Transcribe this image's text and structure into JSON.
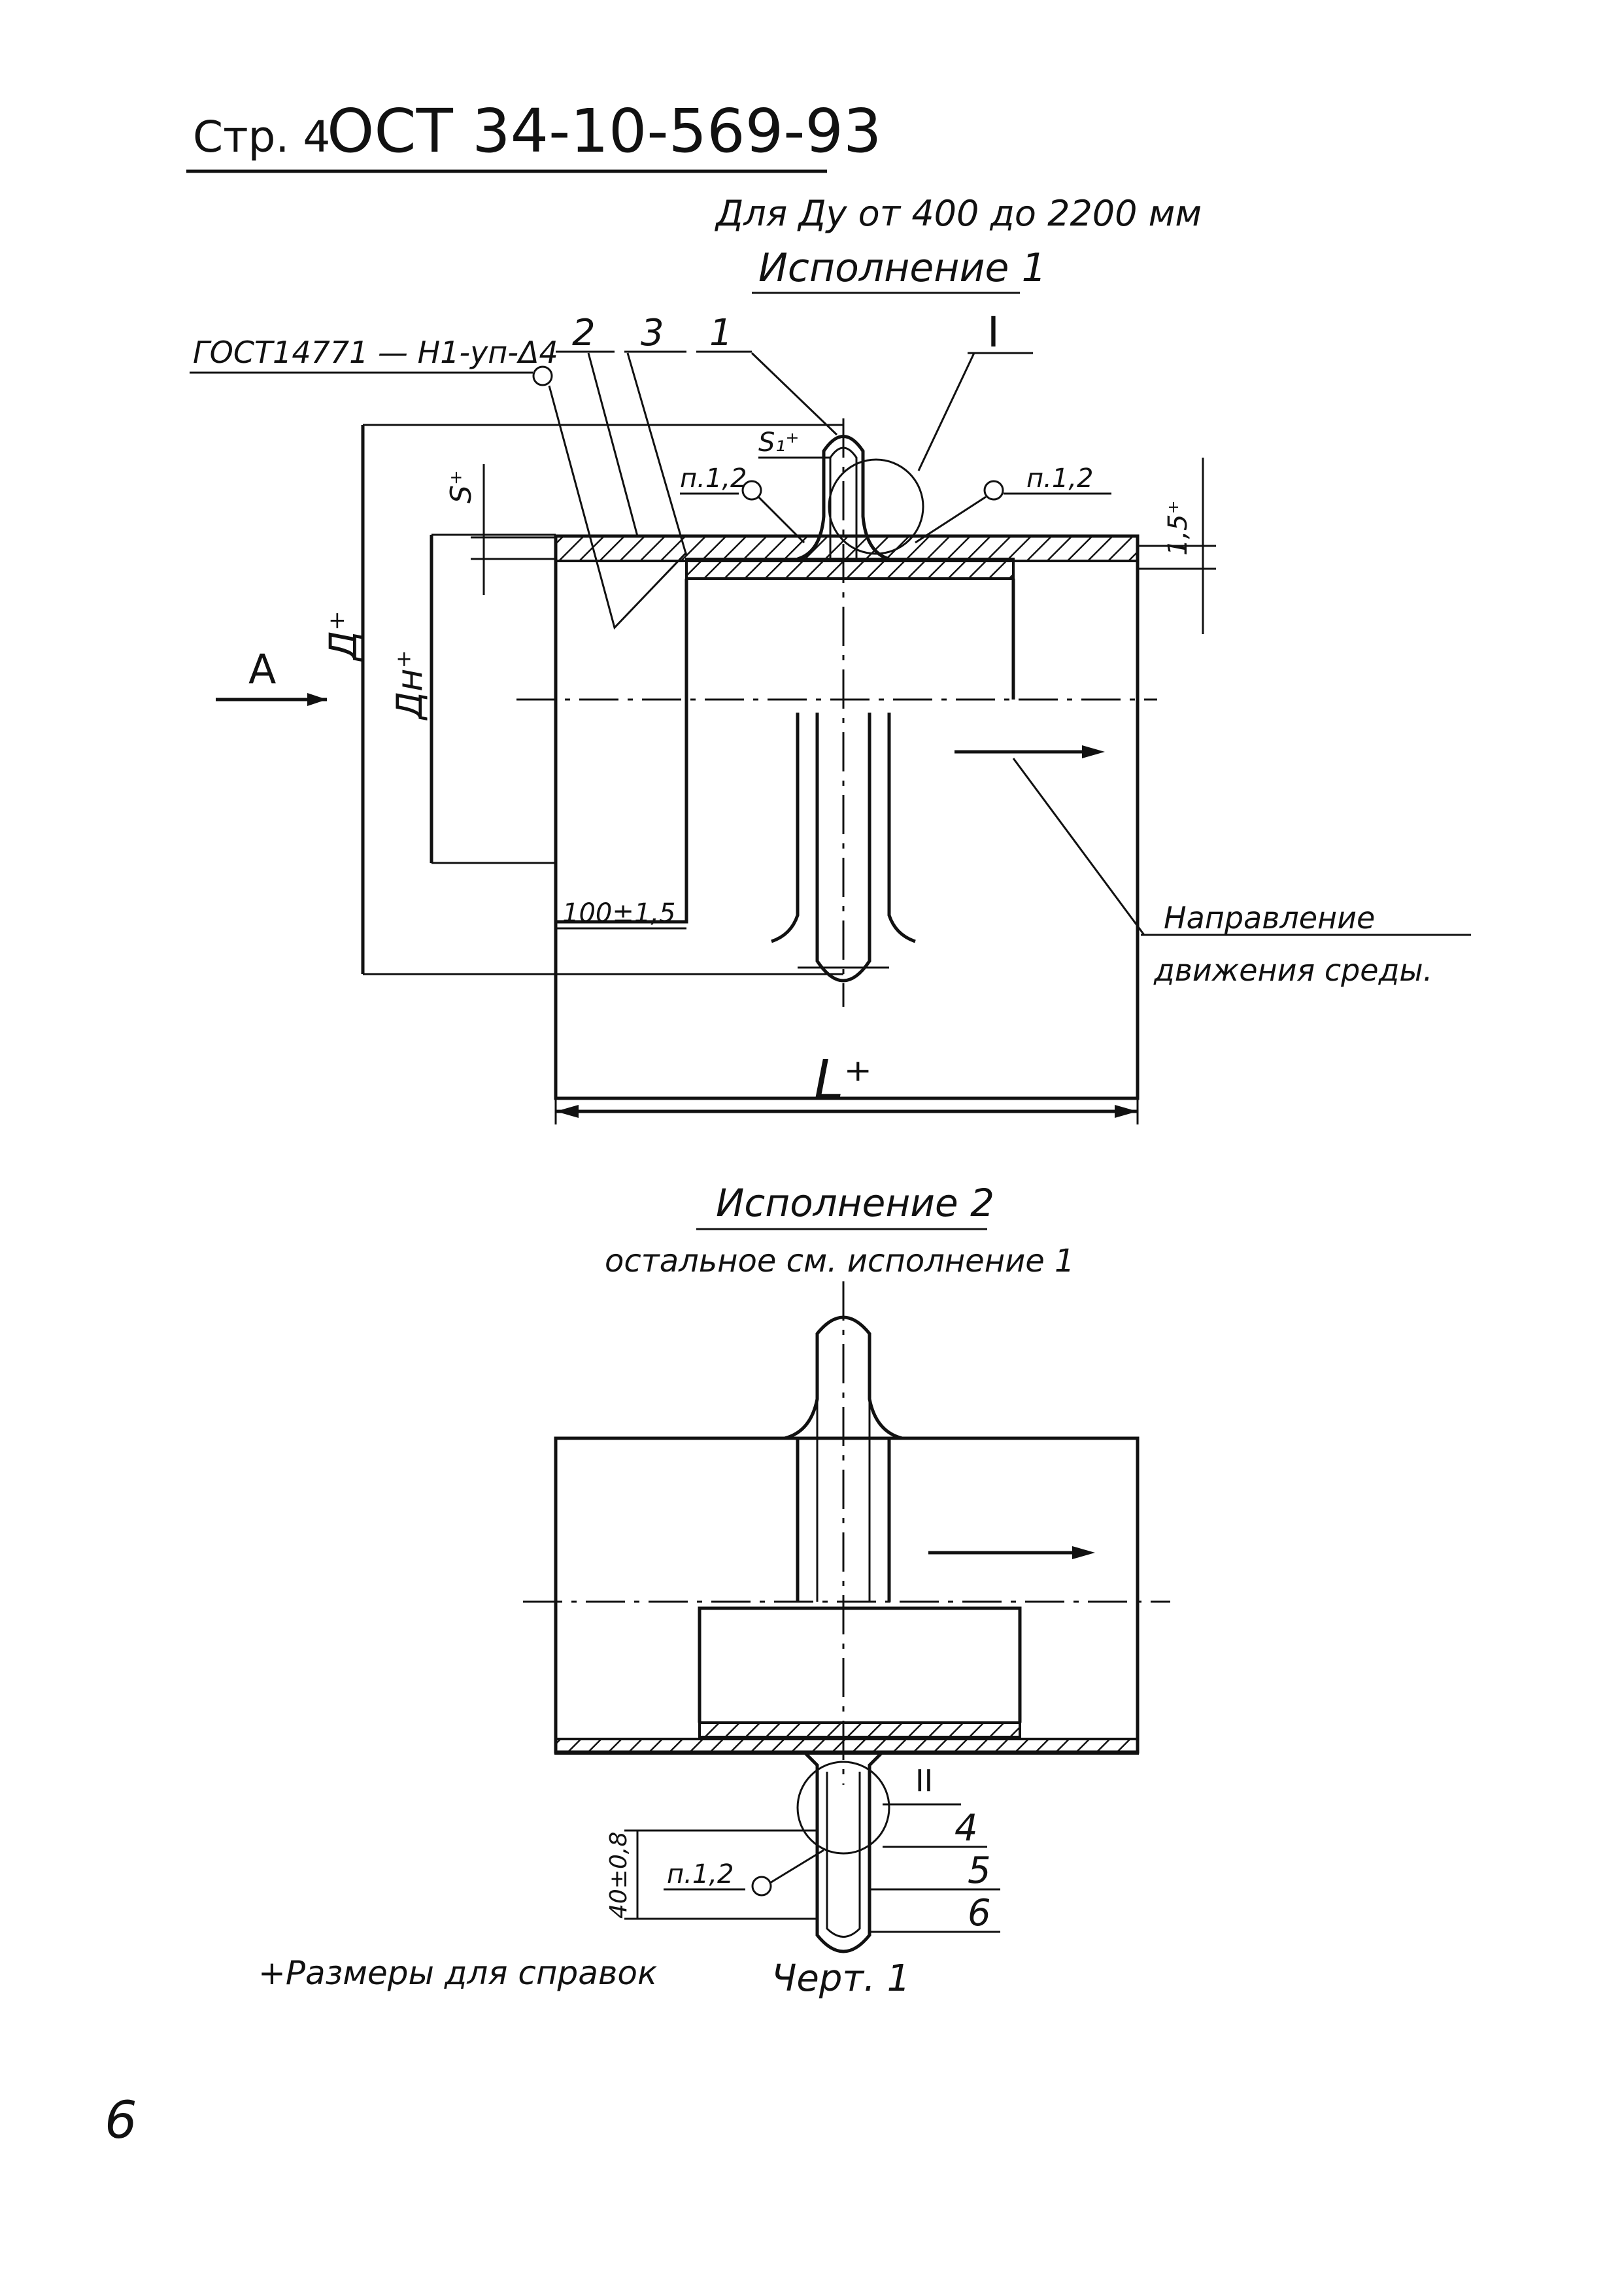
{
  "header": {
    "page_label": "Стр. 4",
    "standard": "ОСТ 34-10-569-93"
  },
  "variant1": {
    "range": "Для Ду от 400 до 2200 мм",
    "title": "Исполнение 1",
    "gost": "ГОСТ14771 — Н1-уп-Δ4",
    "pos1": "1",
    "pos2": "2",
    "pos3": "3",
    "detail_I": "I",
    "s1": "S₁⁺",
    "s": "S⁺",
    "p12a": "п.1,2",
    "p12b": "п.1,2",
    "dim15": "1,5⁺",
    "D": "Д⁺",
    "Dn": "Дн⁺",
    "A": "А",
    "dim100": "100±1,5",
    "L": "L⁺",
    "flow1": "Направление",
    "flow2": "движения среды."
  },
  "variant2": {
    "title": "Исполнение 2",
    "subtitle": "остальное см. исполнение 1",
    "detail_II": "II",
    "pos4": "4",
    "pos5": "5",
    "pos6": "6",
    "p12": "п.1,2",
    "dim40": "40±0,8"
  },
  "footer": {
    "note": "+Размеры для справок",
    "drawing": "Черт. 1",
    "page_number": "6"
  }
}
